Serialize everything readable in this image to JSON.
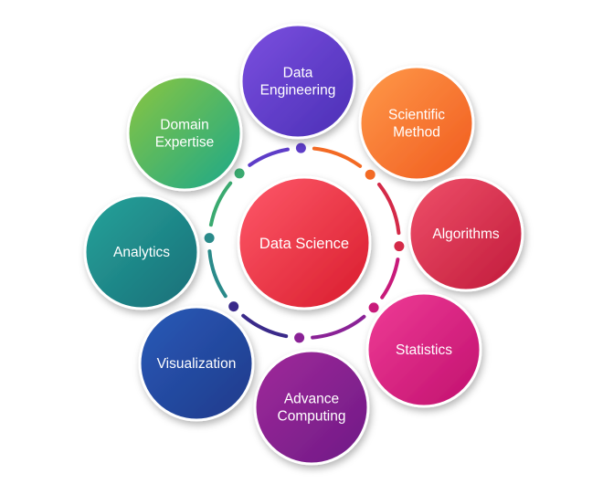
{
  "center": {
    "label": "Data Science",
    "color_light": "#ff5a6a",
    "color_dark": "#d81b2c"
  },
  "nodes": [
    {
      "id": "data-engineering",
      "lines": [
        "Data",
        "Engineering"
      ],
      "color_light": "#7c4fe0",
      "color_dark": "#4a2fb5",
      "ring": "#5e3dc8"
    },
    {
      "id": "scientific-method",
      "lines": [
        "Scientific",
        "Method"
      ],
      "color_light": "#ff9a4a",
      "color_dark": "#f05a1e",
      "ring": "#f36a24"
    },
    {
      "id": "algorithms",
      "lines": [
        "Algorithms"
      ],
      "color_light": "#f0506a",
      "color_dark": "#c01a3a",
      "ring": "#d42a48"
    },
    {
      "id": "statistics",
      "lines": [
        "Statistics"
      ],
      "color_light": "#f03c96",
      "color_dark": "#c0106e",
      "ring": "#c81a7a"
    },
    {
      "id": "advance-computing",
      "lines": [
        "Advance",
        "Computing"
      ],
      "color_light": "#a02a9a",
      "color_dark": "#6e1a86",
      "ring": "#8a2296"
    },
    {
      "id": "visualization",
      "lines": [
        "Visualization"
      ],
      "color_light": "#2a5ab8",
      "color_dark": "#1e3a8a",
      "ring": "#3a2a8a"
    },
    {
      "id": "analytics",
      "lines": [
        "Analytics"
      ],
      "color_light": "#27a39a",
      "color_dark": "#176e78",
      "ring": "#2a8a8a"
    },
    {
      "id": "domain-expertise",
      "lines": [
        "Domain",
        "Expertise"
      ],
      "color_light": "#8cc63f",
      "color_dark": "#1aa88a",
      "ring": "#3aaa70"
    }
  ]
}
